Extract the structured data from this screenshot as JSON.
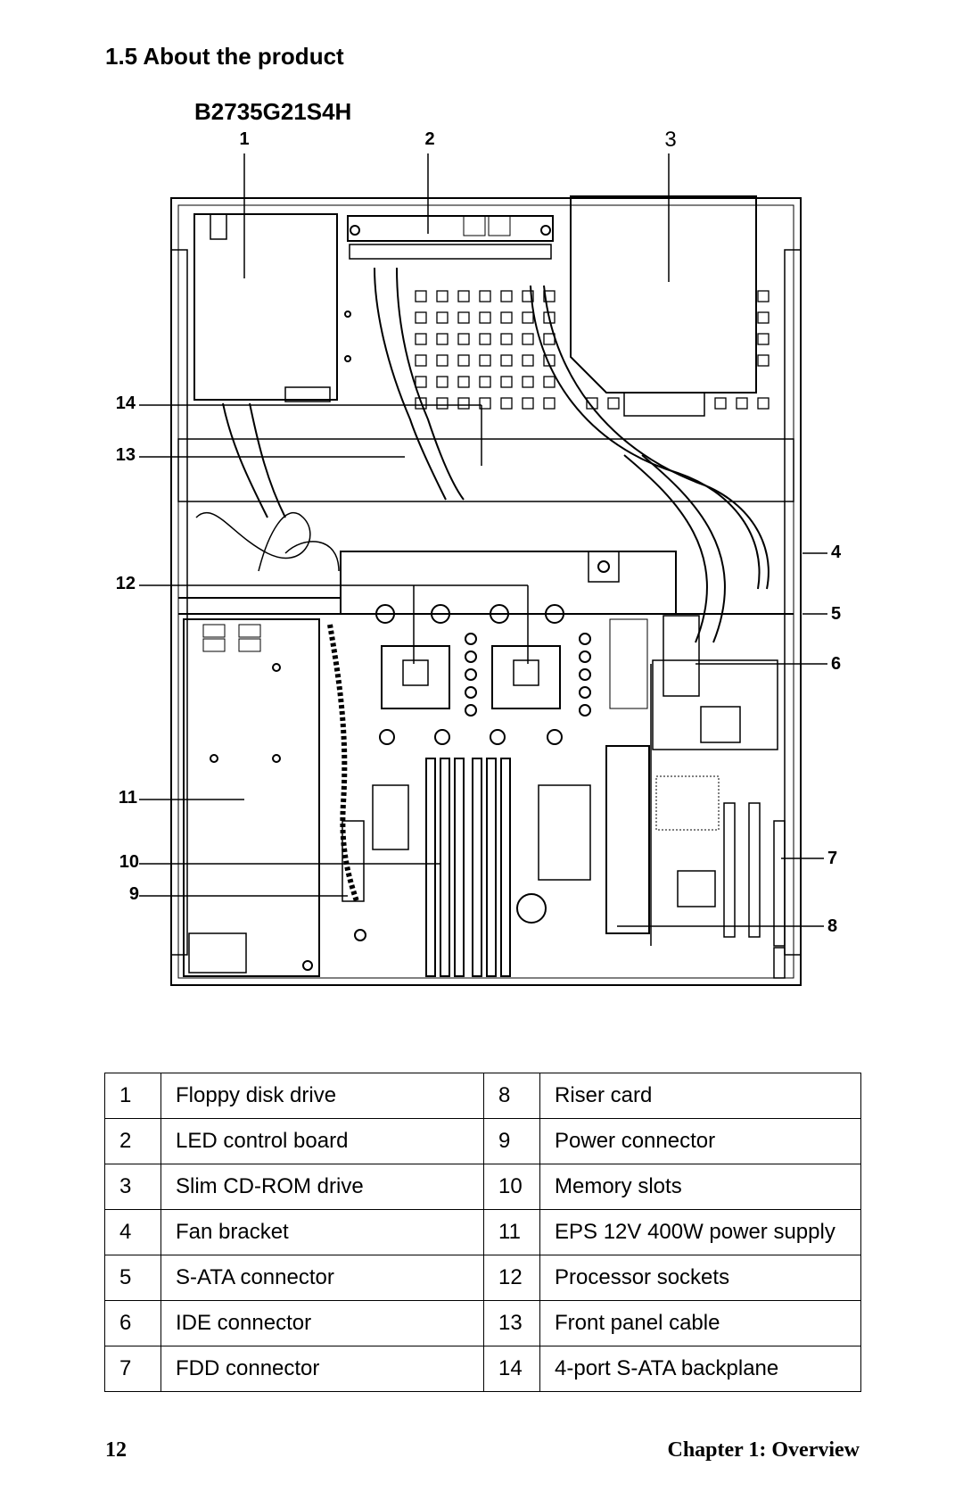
{
  "section_title": "1.5  About the product",
  "model": "B2735G21S4H",
  "callouts": {
    "c1": "1",
    "c2": "2",
    "c3": "3",
    "c4": "4",
    "c5": "5",
    "c6": "6",
    "c7": "7",
    "c8": "8",
    "c9": "9",
    "c10": "10",
    "c11": "11",
    "c12": "12",
    "c13": "13",
    "c14": "14"
  },
  "legend": [
    {
      "left_num": "1",
      "left_label": "Floppy disk drive",
      "right_num": "8",
      "right_label": "Riser card"
    },
    {
      "left_num": "2",
      "left_label": "LED control board",
      "right_num": "9",
      "right_label": "Power connector"
    },
    {
      "left_num": "3",
      "left_label": "Slim CD-ROM drive",
      "right_num": "10",
      "right_label": "Memory slots"
    },
    {
      "left_num": "4",
      "left_label": "Fan bracket",
      "right_num": "11",
      "right_label": "EPS 12V 400W power supply"
    },
    {
      "left_num": "5",
      "left_label": "S-ATA connector",
      "right_num": "12",
      "right_label": "Processor sockets"
    },
    {
      "left_num": "6",
      "left_label": "IDE connector",
      "right_num": "13",
      "right_label": "Front panel cable"
    },
    {
      "left_num": "7",
      "left_label": "FDD connector",
      "right_num": "14",
      "right_label": "4-port S-ATA backplane"
    }
  ],
  "footer": {
    "page_number": "12",
    "chapter": "Chapter 1: Overview"
  }
}
